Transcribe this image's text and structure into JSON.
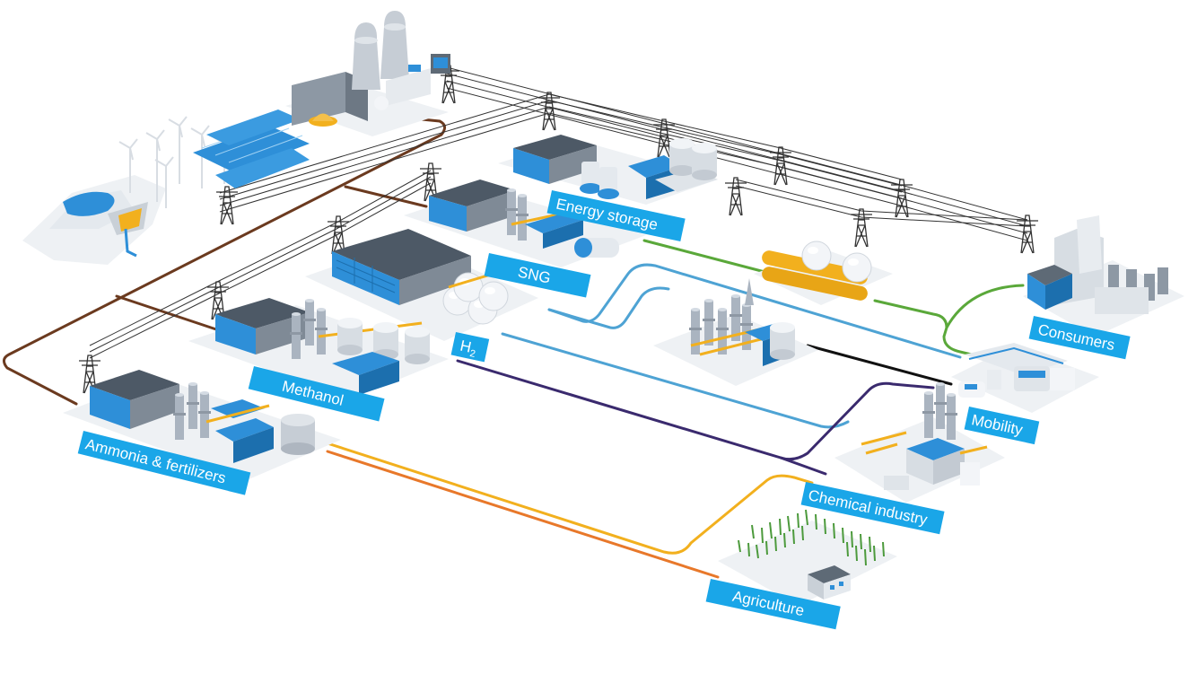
{
  "labels": {
    "energy_storage": "Energy storage",
    "sng": "SNG",
    "h2_base": "H",
    "h2_sub": "2",
    "methanol": "Methanol",
    "ammonia": "Ammonia & fertilizers",
    "consumers": "Consumers",
    "mobility": "Mobility",
    "chemical": "Chemical industry",
    "agriculture": "Agriculture"
  },
  "colors": {
    "label_bg": "#1aa6e8",
    "pipe_brown": "#6b3a1f",
    "pipe_green": "#5aa83a",
    "pipe_light_blue": "#4ea3d4",
    "pipe_black": "#111111",
    "pipe_purple": "#3a2a6e",
    "pipe_yellow": "#f2b01e",
    "pipe_orange": "#e8782a",
    "power_line": "#333333",
    "plant_blue": "#2e8fd8",
    "plant_grey": "#b8bec6"
  }
}
